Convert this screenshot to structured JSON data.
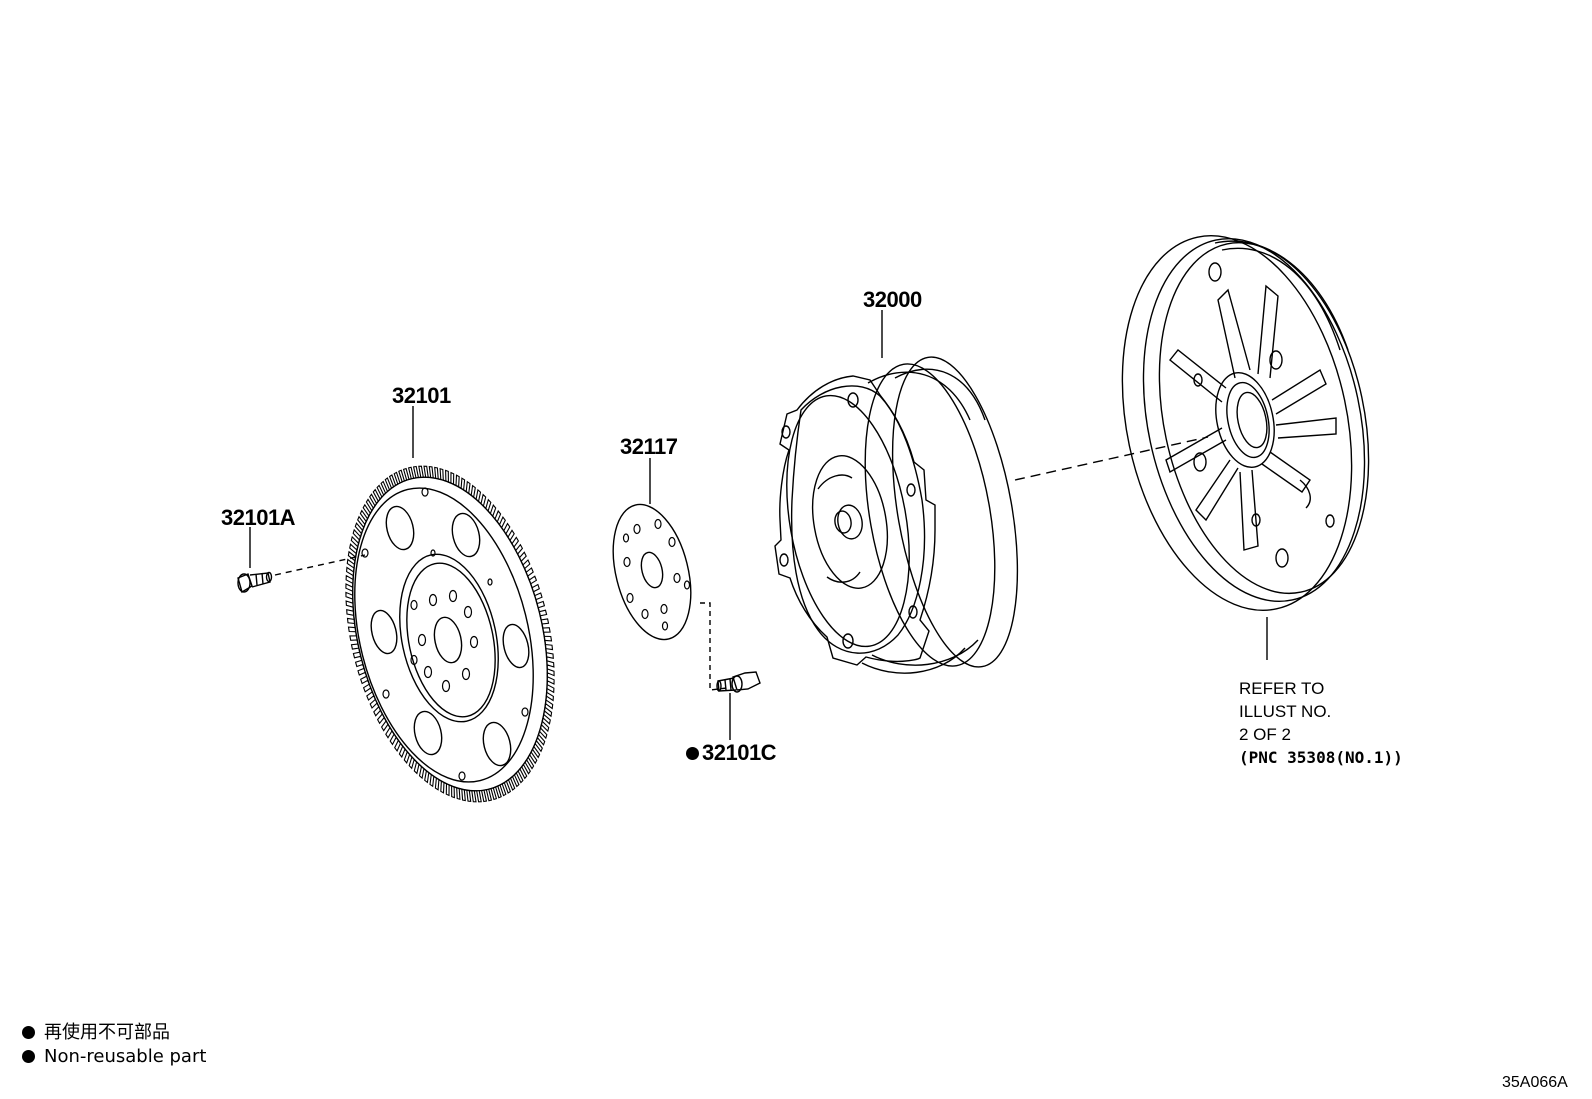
{
  "parts": {
    "flywheel": "32101",
    "flywheel_bolt": "32101A",
    "spacer": "32117",
    "spacer_bolt": "32101C",
    "torque_converter": "32000"
  },
  "reference": {
    "line1": "REFER TO",
    "line2": "ILLUST NO.",
    "line3": "2 OF 2",
    "line4": "(PNC 35308(NO.1))"
  },
  "legend": {
    "japanese": "再使用不可部品",
    "english": "Non-reusable part"
  },
  "illustration_code": "35A066A"
}
